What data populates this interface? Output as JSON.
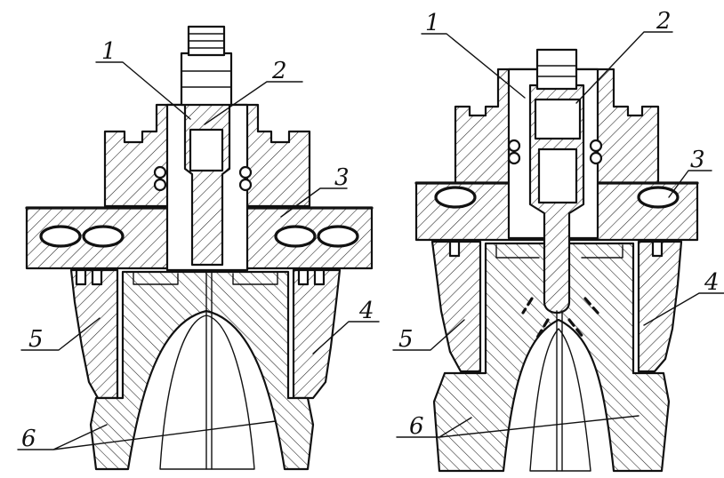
{
  "labels": {
    "left": [
      "1",
      "2",
      "3",
      "4",
      "5",
      "6"
    ],
    "right": [
      "1",
      "2",
      "3",
      "4",
      "5",
      "6"
    ]
  }
}
